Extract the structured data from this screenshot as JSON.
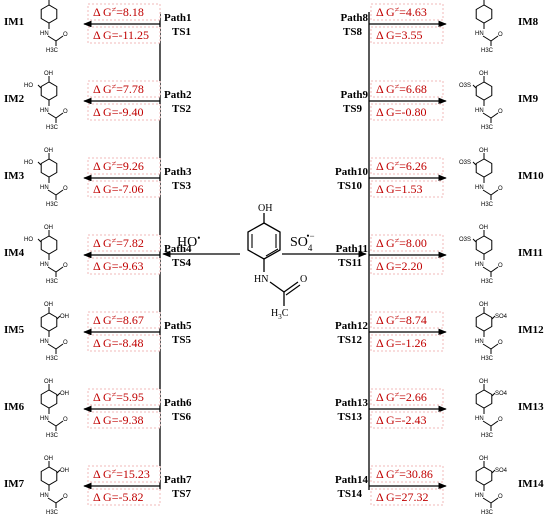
{
  "center": {
    "oh": "OH",
    "nh": "HN",
    "o": "O",
    "h3c": "H",
    "h3c_sub": "3",
    "h3c_c": "C"
  },
  "radicals": {
    "left_text": "HO",
    "left_dot": "•",
    "right_text": "SO",
    "right_sub": "4",
    "right_sup": "•−"
  },
  "dG_prefix": "Δ G",
  "dG_hash": "≠",
  "left_paths": [
    {
      "path": "Path1",
      "ts": "TS1",
      "im": "IM1",
      "dG_act": "=8.18",
      "dG": "=-11.25"
    },
    {
      "path": "Path2",
      "ts": "TS2",
      "im": "IM2",
      "dG_act": "=7.78",
      "dG": "=-9.40"
    },
    {
      "path": "Path3",
      "ts": "TS3",
      "im": "IM3",
      "dG_act": "=9.26",
      "dG": "=-7.06"
    },
    {
      "path": "Path4",
      "ts": "TS4",
      "im": "IM4",
      "dG_act": "=7.82",
      "dG": "=-9.63"
    },
    {
      "path": "Path5",
      "ts": "TS5",
      "im": "IM5",
      "dG_act": "=8.67",
      "dG": "=-8.48"
    },
    {
      "path": "Path6",
      "ts": "TS6",
      "im": "IM6",
      "dG_act": "=5.95",
      "dG": "=-9.38"
    },
    {
      "path": "Path7",
      "ts": "TS7",
      "im": "IM7",
      "dG_act": "=15.23",
      "dG": "=-5.82"
    }
  ],
  "right_paths": [
    {
      "path": "Path8",
      "ts": "TS8",
      "im": "IM8",
      "dG_act": "=4.63",
      "dG": "=3.55"
    },
    {
      "path": "Path9",
      "ts": "TS9",
      "im": "IM9",
      "dG_act": "=6.68",
      "dG": "=-0.80"
    },
    {
      "path": "Path10",
      "ts": "TS10",
      "im": "IM10",
      "dG_act": "=6.26",
      "dG": "=1.53"
    },
    {
      "path": "Path11",
      "ts": "TS11",
      "im": "IM11",
      "dG_act": "=8.00",
      "dG": "=2.20"
    },
    {
      "path": "Path12",
      "ts": "TS12",
      "im": "IM12",
      "dG_act": "=8.74",
      "dG": "=-1.26"
    },
    {
      "path": "Path13",
      "ts": "TS13",
      "im": "IM13",
      "dG_act": "=2.66",
      "dG": "=-2.43"
    },
    {
      "path": "Path14",
      "ts": "TS14",
      "im": "IM14",
      "dG_act": "=30.86",
      "dG": "=27.32"
    }
  ],
  "mol_labels": {
    "ho": "HO",
    "oh": "OH",
    "hn": "HN",
    "o": "O",
    "so4": "SO4",
    "o3s": "O3S",
    "h3c": "H3C"
  }
}
